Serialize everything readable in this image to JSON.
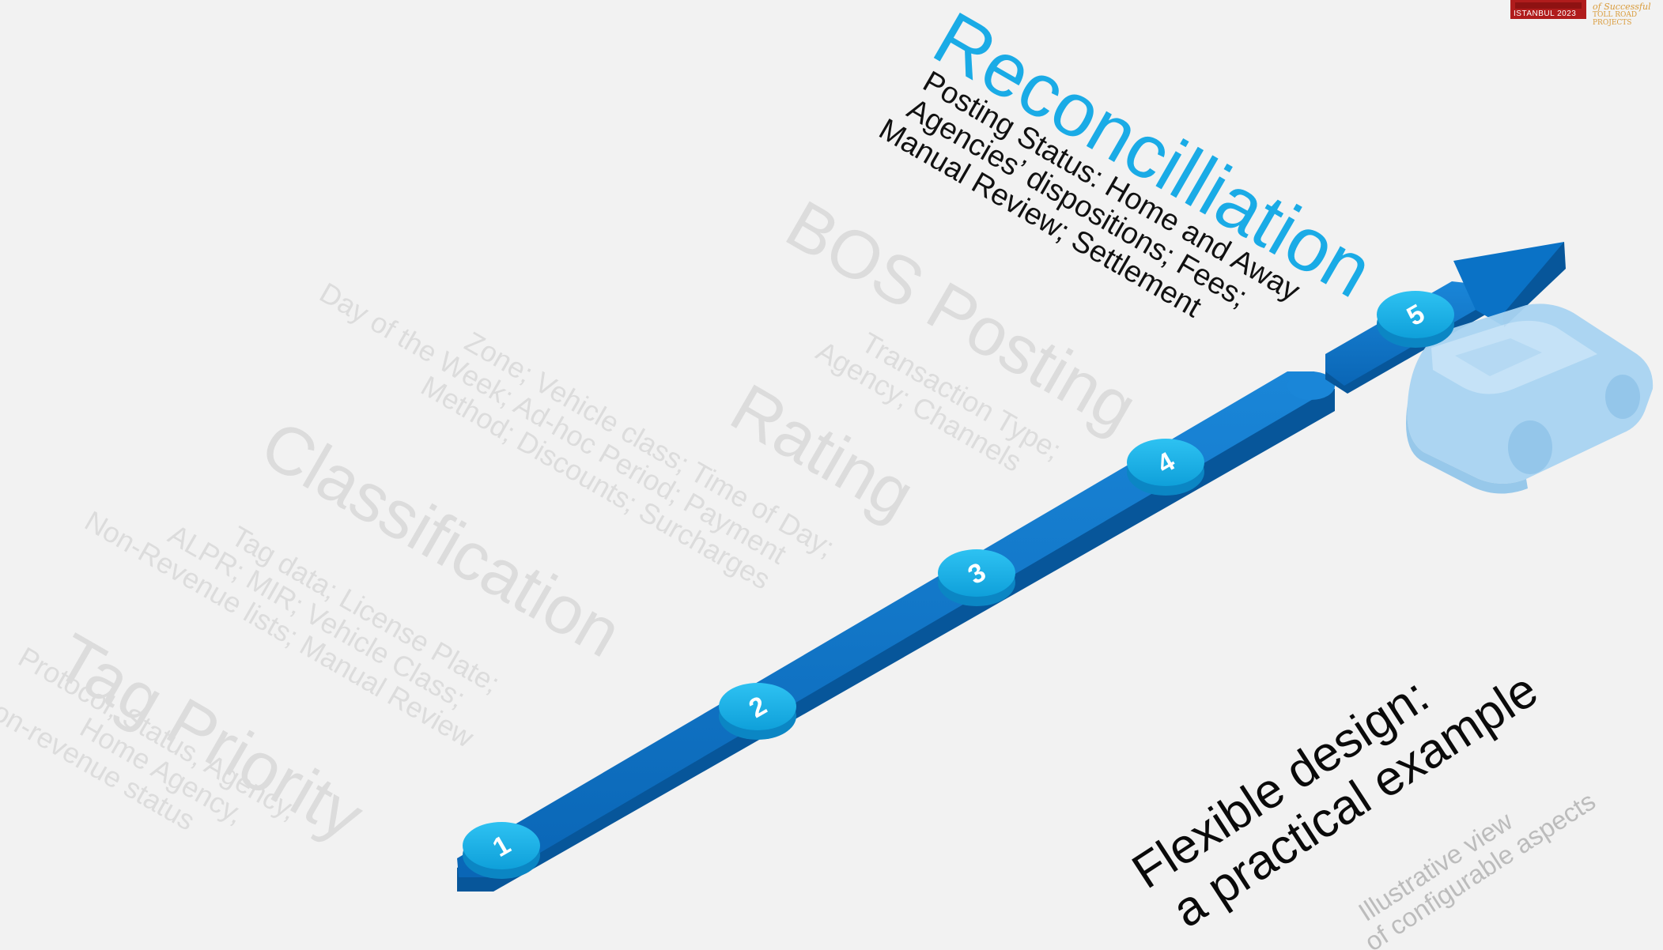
{
  "steps": [
    {
      "number": "1",
      "title": "Tag Priority",
      "detail": [
        "Protocol, Status, Agency,",
        "Home Agency,",
        "Non-revenue status"
      ]
    },
    {
      "number": "2",
      "title": "Classification",
      "detail": [
        "Tag data; License Plate;",
        "ALPR; MIR; Vehicle Class;",
        "Non-Revenue lists; Manual Review"
      ]
    },
    {
      "number": "3",
      "title": "Rating",
      "detail": [
        "Zone; Vehicle class; Time of Day;",
        "Day of the Week; Ad-hoc Period; Payment",
        "Method; Discounts; Surcharges"
      ]
    },
    {
      "number": "4",
      "title": "BOS Posting",
      "detail": [
        "Transaction Type;",
        "Agency; Channels"
      ]
    },
    {
      "number": "5",
      "title": "Reconcilliation",
      "detail": [
        "Posting Status: Home and Away",
        "Agencies’ dispositions; Fees;",
        "Manual Review; Settlement"
      ]
    }
  ],
  "headline": {
    "line1": "Flexible design:",
    "line2": "a practical example"
  },
  "subhead": {
    "line1": "Illustrative view",
    "line2": "of configurable aspects"
  },
  "logo": {
    "year_text": "ISTANBUL 2023",
    "tagline_line1": "of Successful",
    "tagline_line2": "TOLL ROAD PROJECTS"
  },
  "colors": {
    "track": "#0a72c6",
    "track_dark": "#07569a",
    "marker": "#1ab3ea",
    "highlight_text": "#1aabe6",
    "car": "#a9d4f2"
  },
  "icons": [
    "arrow-head-icon",
    "car-icon",
    "logo-icon"
  ]
}
